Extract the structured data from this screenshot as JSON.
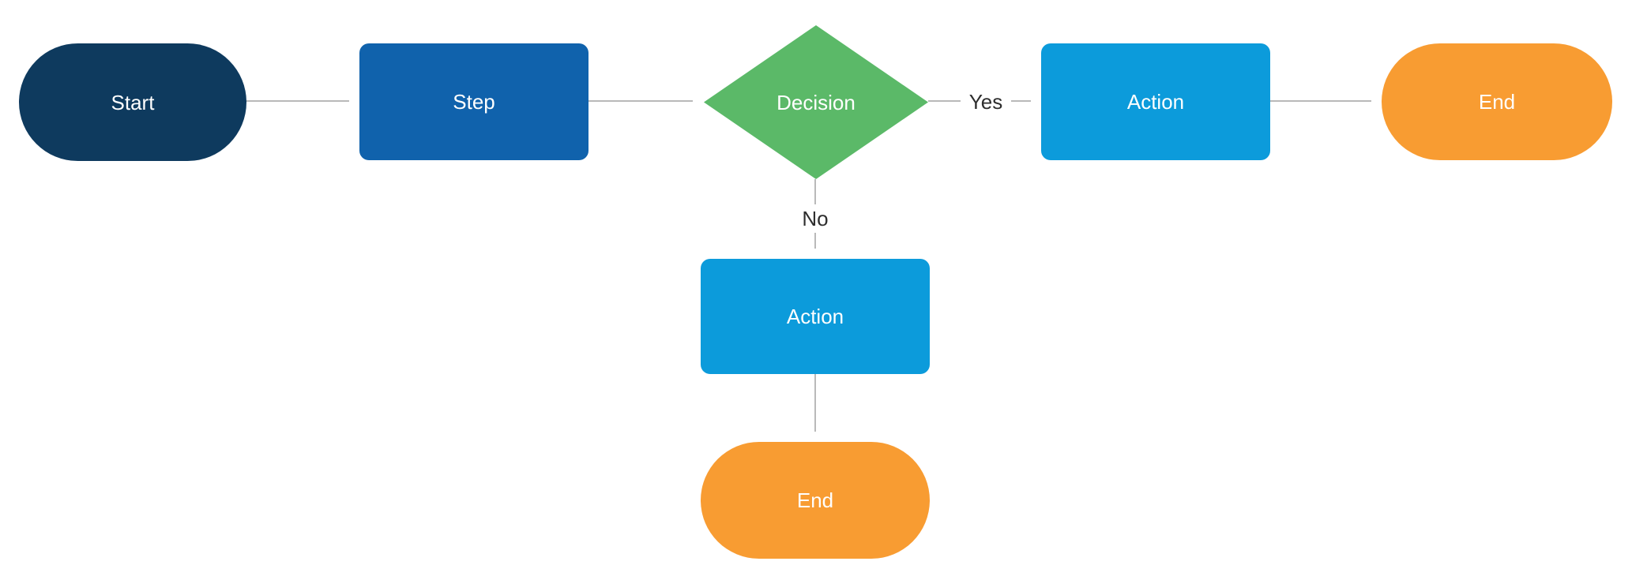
{
  "flowchart": {
    "background": "#ffffff",
    "nodes": {
      "start": {
        "label": "Start",
        "shape": "terminator",
        "fill": "#0e3a5e",
        "text_color": "#ffffff"
      },
      "step": {
        "label": "Step",
        "shape": "process",
        "fill": "#1062ac",
        "text_color": "#ffffff"
      },
      "decision": {
        "label": "Decision",
        "shape": "decision",
        "fill": "#5bb968",
        "text_color": "#ffffff"
      },
      "action_yes": {
        "label": "Action",
        "shape": "process",
        "fill": "#0c9bdb",
        "text_color": "#ffffff"
      },
      "end_yes": {
        "label": "End",
        "shape": "terminator",
        "fill": "#f89c32",
        "text_color": "#ffffff"
      },
      "action_no": {
        "label": "Action",
        "shape": "process",
        "fill": "#0c9bdb",
        "text_color": "#ffffff"
      },
      "end_no": {
        "label": "End",
        "shape": "terminator",
        "fill": "#f89c32",
        "text_color": "#ffffff"
      }
    },
    "edges": {
      "yes_label": "Yes",
      "no_label": "No",
      "connector_color": "#b9b9b9",
      "label_color": "#2e2e2e"
    }
  }
}
